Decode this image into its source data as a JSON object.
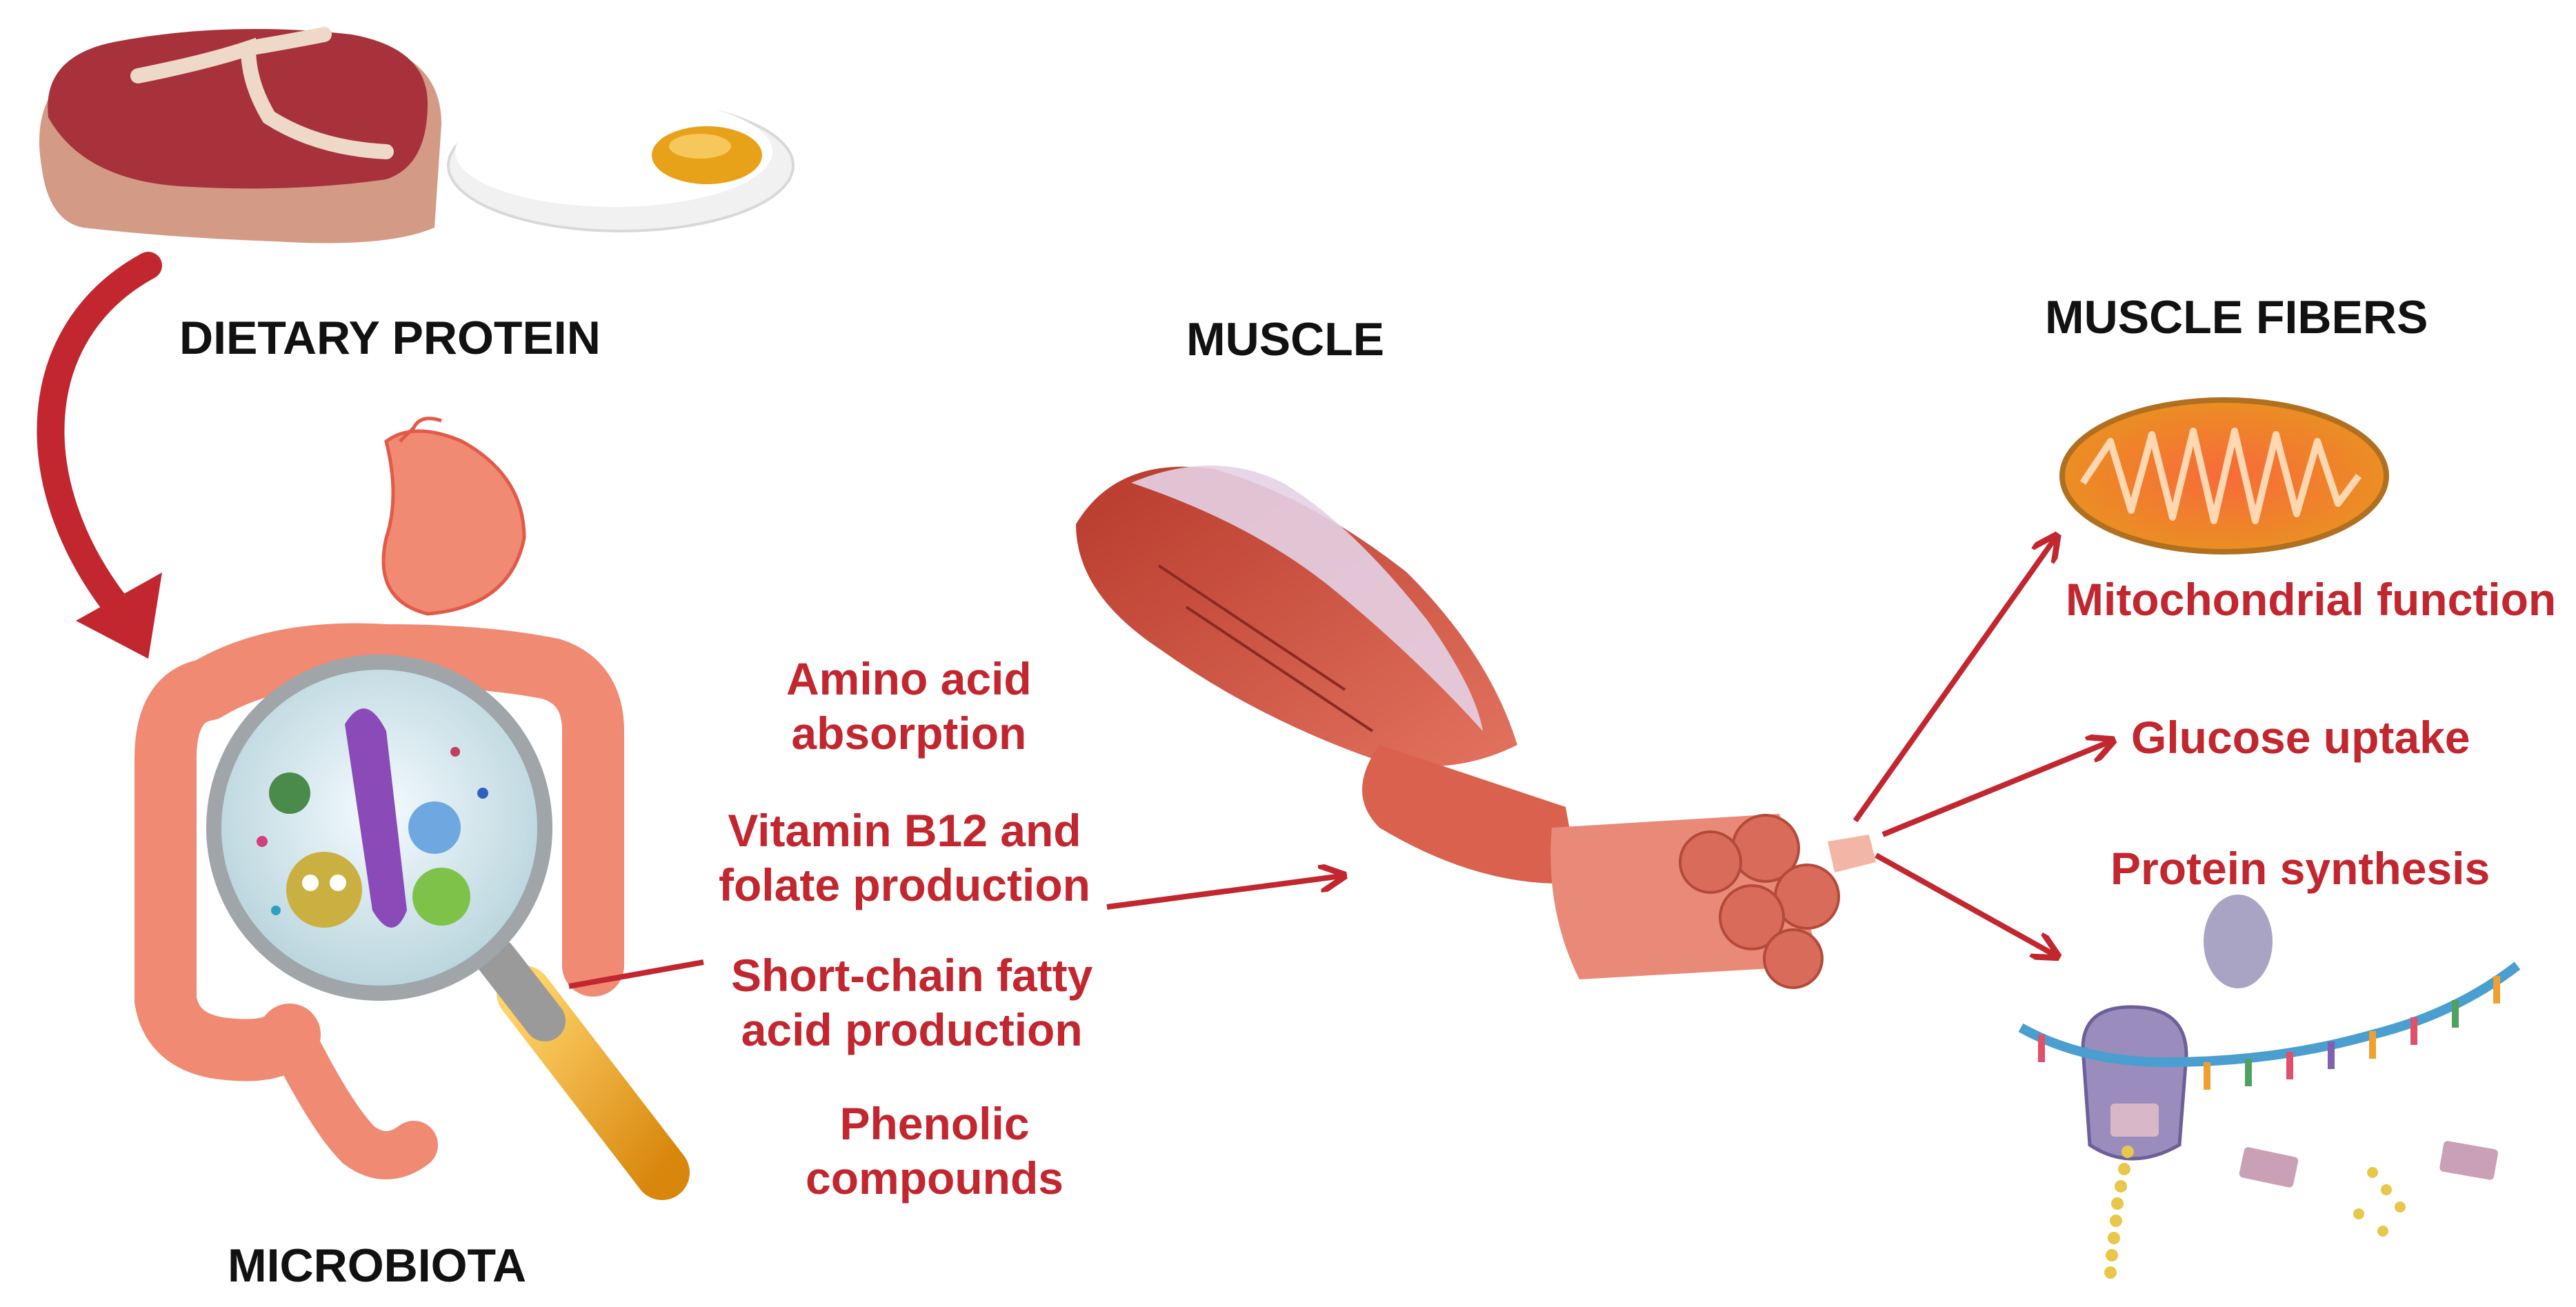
{
  "colors": {
    "accent": "#c2262e",
    "heading": "#111111",
    "meat": "#a8323b",
    "muscle": "#d9614e",
    "gut": "#f08a72",
    "mitochondrion": "#f0a020"
  },
  "headings": {
    "dietary_protein": "DIETARY PROTEIN",
    "microbiota": "MICROBIOTA",
    "muscle": "MUSCLE",
    "muscle_fibers": "MUSCLE FIBERS"
  },
  "microbiota_effects": [
    {
      "line1": "Amino acid",
      "line2": "absorption"
    },
    {
      "line1": "Vitamin B12 and",
      "line2": "folate production"
    },
    {
      "line1": "Short-chain fatty",
      "line2": "acid production"
    },
    {
      "line1": "Phenolic",
      "line2": "compounds"
    }
  ],
  "fiber_outcomes": {
    "mitochondrial": "Mitochondrial function",
    "glucose": "Glucose uptake",
    "protein": "Protein synthesis"
  },
  "icons": [
    "steak-icon",
    "fried-egg-icon",
    "curved-arrow-icon",
    "digestive-tract-icon",
    "magnifier-icon",
    "bacteria-icon",
    "muscle-icon",
    "fiber-bundle-icon",
    "mitochondrion-icon",
    "ribosome-icon",
    "mrna-icon"
  ]
}
